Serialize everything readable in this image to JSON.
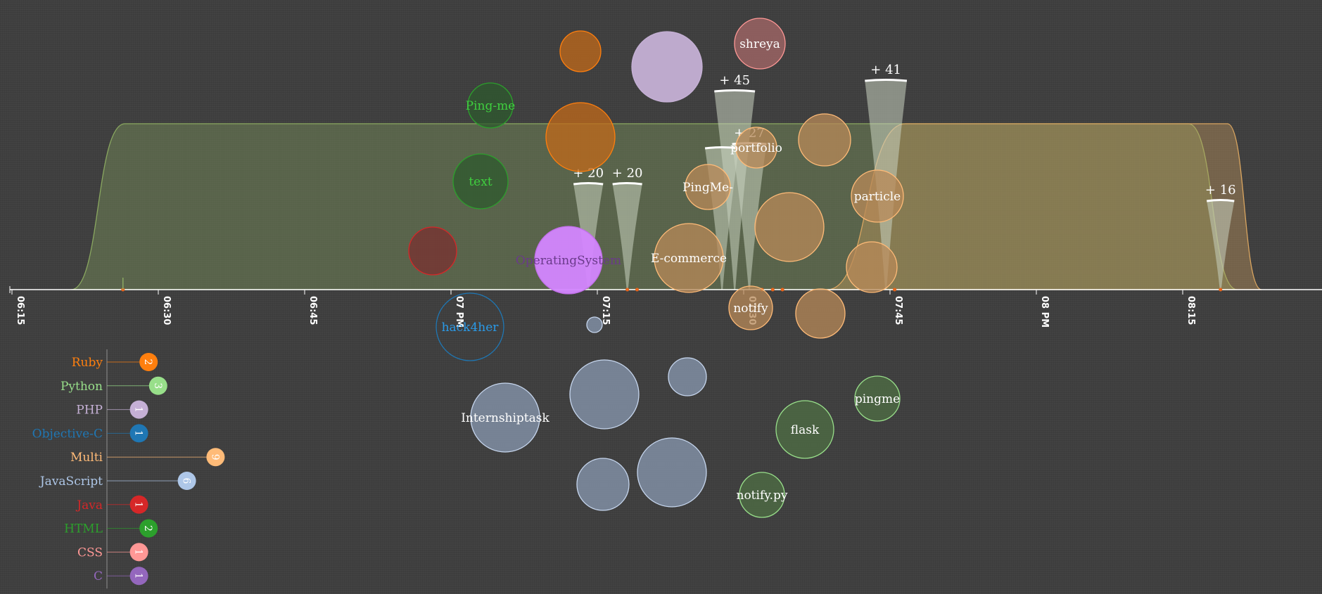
{
  "chart_data": {
    "type": "scatter",
    "title": "",
    "xlabel": "",
    "ylabel": "",
    "timeline": {
      "tick_labels": [
        "06:15",
        "06:30",
        "06:45",
        "07 PM",
        "07:15",
        "07:30",
        "07:45",
        "08 PM",
        "08:15"
      ],
      "tick_minutes": [
        0,
        15,
        30,
        45,
        60,
        75,
        90,
        105,
        120
      ],
      "range_minutes": [
        -1,
        134
      ],
      "baseline_color": "#ffffff",
      "event_marker_color": "#e8641b"
    },
    "areas": [
      {
        "color": "#8aa860",
        "start": 5.5,
        "rise_end": 11,
        "fall_start": 120,
        "end": 125
      },
      {
        "color": "#d9a560",
        "start": 83,
        "rise_end": 91,
        "fall_start": 124,
        "end": 127.5
      }
    ],
    "spikes": [
      {
        "minute": 73.5,
        "label": "+ 45",
        "height": 0.94
      },
      {
        "minute": 89,
        "label": "+ 41",
        "height": 0.99
      },
      {
        "minute": 75,
        "label": "+ 27",
        "height": 0.69
      },
      {
        "minute": 58.5,
        "label": "+ 20",
        "height": 0.5
      },
      {
        "minute": 62.5,
        "label": "+ 20",
        "height": 0.5
      },
      {
        "minute": 123.3,
        "label": "+ 16",
        "height": 0.42
      },
      {
        "minute": 72.2,
        "label": "",
        "height": 0.67
      }
    ],
    "event_markers": [
      10.8,
      62.5,
      63.5,
      76.3,
      77.4,
      78.4,
      89.9,
      123.3
    ],
    "bubbles": [
      {
        "label": "",
        "language": "Ruby",
        "size": 29
      },
      {
        "label": "",
        "language": "PHP",
        "size": 50
      },
      {
        "label": "shreya",
        "language": "CSS",
        "size": 36
      },
      {
        "label": "Ping-me",
        "language": "HTML",
        "size": 32
      },
      {
        "label": "",
        "language": "Ruby",
        "size": 49
      },
      {
        "label": "text",
        "language": "HTML",
        "size": 39
      },
      {
        "label": "",
        "language": "Multi",
        "size": 37
      },
      {
        "label": "portfolio",
        "language": "Multi",
        "size": 29
      },
      {
        "label": "PingMe-",
        "language": "Multi",
        "size": 32
      },
      {
        "label": "particle",
        "language": "Multi",
        "size": 37
      },
      {
        "label": "",
        "language": "Java",
        "size": 34
      },
      {
        "label": "OperatingSystem",
        "language": "C",
        "size": 48
      },
      {
        "label": "E-commerce",
        "language": "Multi",
        "size": 49
      },
      {
        "label": "",
        "language": "Multi",
        "size": 49
      },
      {
        "label": "",
        "language": "Multi",
        "size": 36
      },
      {
        "label": "hack4her",
        "language": "Objective-C",
        "size": 48
      },
      {
        "label": "",
        "language": "JavaScript",
        "size": 11
      },
      {
        "label": "notify",
        "language": "Multi",
        "size": 31
      },
      {
        "label": "",
        "language": "Multi",
        "size": 35
      },
      {
        "label": "Internshiptask",
        "language": "JavaScript",
        "size": 49
      },
      {
        "label": "",
        "language": "JavaScript",
        "size": 49
      },
      {
        "label": "",
        "language": "JavaScript",
        "size": 27
      },
      {
        "label": "pingme",
        "language": "Python",
        "size": 32
      },
      {
        "label": "flask",
        "language": "Python",
        "size": 41
      },
      {
        "label": "",
        "language": "JavaScript",
        "size": 37
      },
      {
        "label": "",
        "language": "JavaScript",
        "size": 49
      },
      {
        "label": "notify.py",
        "language": "Python",
        "size": 32
      }
    ],
    "legend": [
      {
        "name": "Ruby",
        "count": 2,
        "color": "#ff7f0e"
      },
      {
        "name": "Python",
        "count": 3,
        "color": "#98df8a"
      },
      {
        "name": "PHP",
        "count": 1,
        "color": "#c5b0d5"
      },
      {
        "name": "Objective-C",
        "count": 1,
        "color": "#1f77b4"
      },
      {
        "name": "Multi",
        "count": 9,
        "color": "#ffbb78"
      },
      {
        "name": "JavaScript",
        "count": 6,
        "color": "#aec7e8"
      },
      {
        "name": "Java",
        "count": 1,
        "color": "#d62728"
      },
      {
        "name": "HTML",
        "count": 2,
        "color": "#2ca02c"
      },
      {
        "name": "CSS",
        "count": 1,
        "color": "#ff9896"
      },
      {
        "name": "C",
        "count": 1,
        "color": "#9467bd"
      }
    ],
    "language_styles": {
      "Ruby": {
        "fill": "#c2691a",
        "stroke": "#ff7f0e",
        "text": "#ff7f0e"
      },
      "PHP": {
        "fill": "#c5b0d5",
        "stroke": "#c5b0d5",
        "text": "#ffffff"
      },
      "CSS": {
        "fill": "#a76868",
        "stroke": "#ff9896",
        "text": "#ffffff"
      },
      "HTML": {
        "fill": "#2e5a2e",
        "stroke": "#2ca02c",
        "text": "#3fcf3f"
      },
      "Multi": {
        "fill": "#b88a58",
        "stroke": "#ffbb78",
        "text": "#ffffff"
      },
      "Java": {
        "fill": "#7a3030",
        "stroke": "#d62728",
        "text": "#d62728"
      },
      "C": {
        "fill": "#d486ff",
        "stroke": "#c06ee8",
        "text": "#6a3a8a"
      },
      "Objective-C": {
        "fill": "#3f3f3f",
        "stroke": "#1f77b4",
        "text": "#2a9ae8"
      },
      "JavaScript": {
        "fill": "#8a9ab2",
        "stroke": "#c6d6ee",
        "text": "#ffffff"
      },
      "Python": {
        "fill": "#4f6f44",
        "stroke": "#98df8a",
        "text": "#ffffff"
      }
    }
  }
}
